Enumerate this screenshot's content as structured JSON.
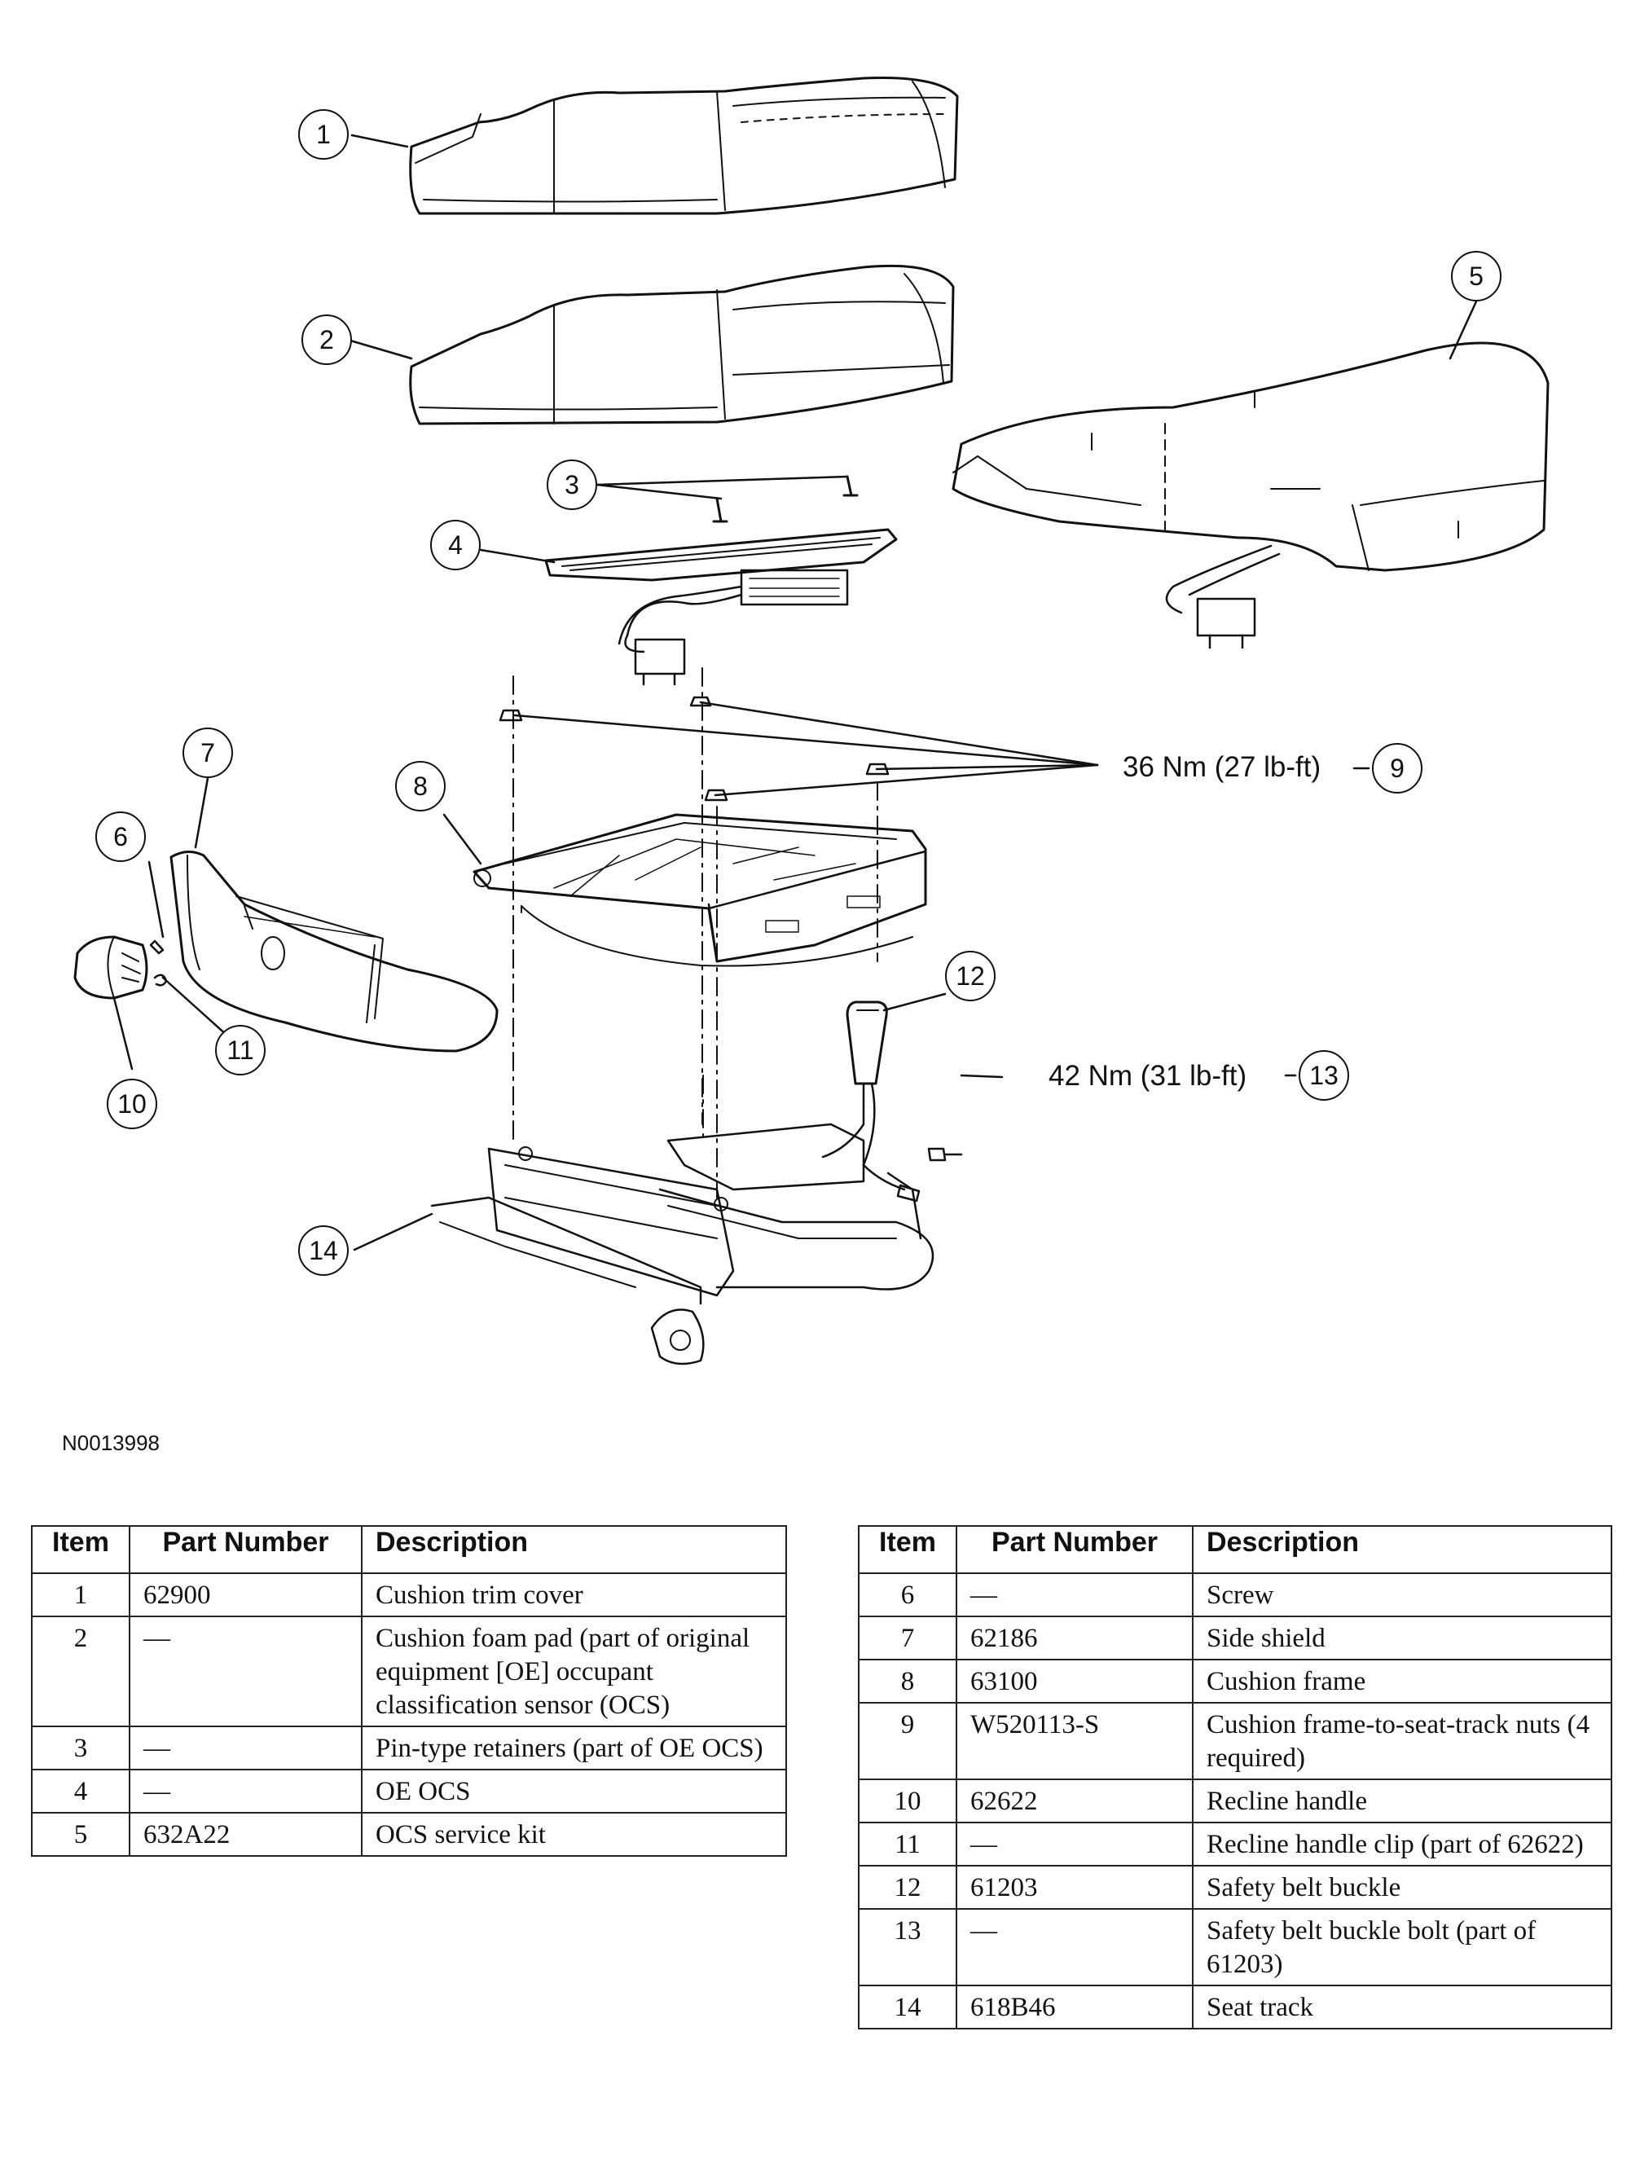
{
  "figure_id": "N0013998",
  "callouts": [
    "1",
    "2",
    "3",
    "4",
    "5",
    "6",
    "7",
    "8",
    "9",
    "10",
    "11",
    "12",
    "13",
    "14"
  ],
  "torque_labels": {
    "nut_torque": "36 Nm (27 lb-ft)",
    "bolt_torque": "42 Nm (31 lb-ft)"
  },
  "table_headers": {
    "item": "Item",
    "part_number": "Part Number",
    "description": "Description"
  },
  "table_left": [
    {
      "item": "1",
      "part_number": "62900",
      "description": "Cushion trim cover"
    },
    {
      "item": "2",
      "part_number": "—",
      "description": "Cushion foam pad (part of original equipment [OE] occupant classification sensor (OCS)"
    },
    {
      "item": "3",
      "part_number": "—",
      "description": "Pin-type retainers (part of OE OCS)"
    },
    {
      "item": "4",
      "part_number": "—",
      "description": "OE OCS"
    },
    {
      "item": "5",
      "part_number": "632A22",
      "description": "OCS service kit"
    }
  ],
  "table_right": [
    {
      "item": "6",
      "part_number": "—",
      "description": "Screw"
    },
    {
      "item": "7",
      "part_number": "62186",
      "description": "Side shield"
    },
    {
      "item": "8",
      "part_number": "63100",
      "description": "Cushion frame"
    },
    {
      "item": "9",
      "part_number": "W520113-S",
      "description": "Cushion frame-to-seat-track nuts (4 required)"
    },
    {
      "item": "10",
      "part_number": "62622",
      "description": "Recline handle"
    },
    {
      "item": "11",
      "part_number": "—",
      "description": "Recline handle clip (part of 62622)"
    },
    {
      "item": "12",
      "part_number": "61203",
      "description": "Safety belt buckle"
    },
    {
      "item": "13",
      "part_number": "—",
      "description": "Safety belt buckle bolt (part of 61203)"
    },
    {
      "item": "14",
      "part_number": "618B46",
      "description": "Seat track"
    }
  ]
}
